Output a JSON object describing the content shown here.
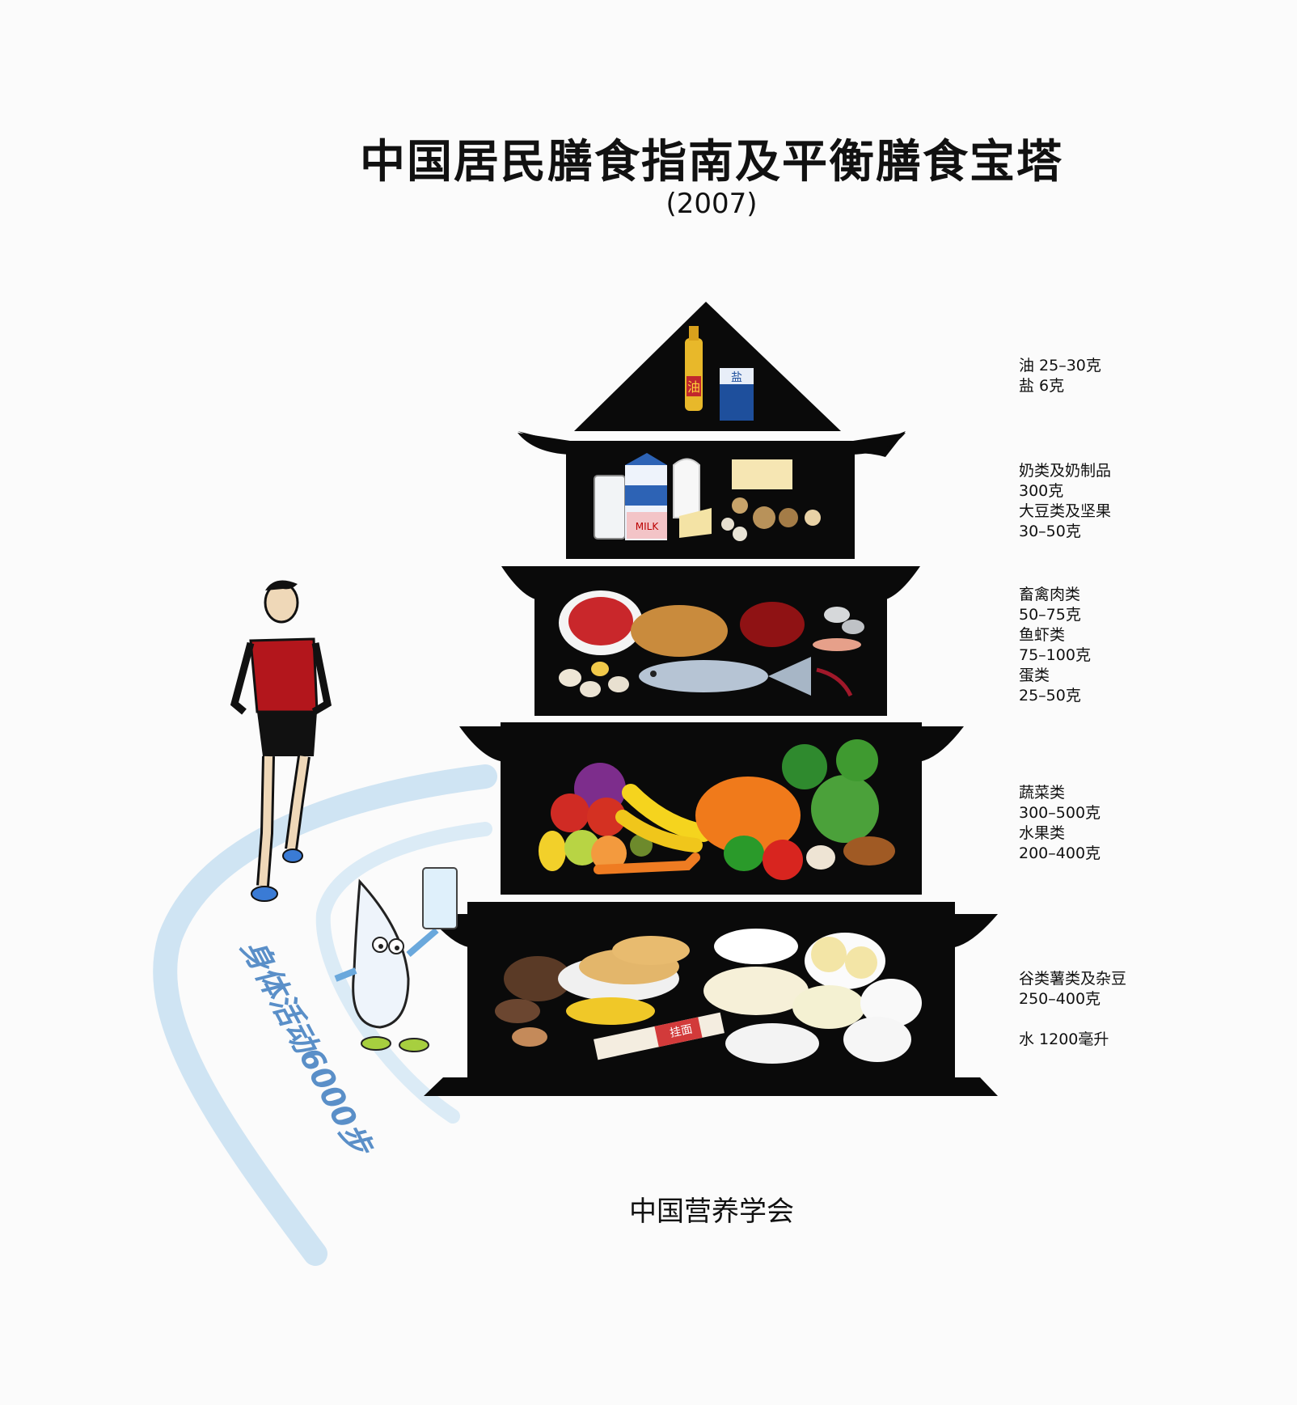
{
  "header": {
    "title": "中国居民膳食指南及平衡膳食宝塔",
    "year": "(2007)"
  },
  "pagoda": {
    "tiers": [
      {
        "lines": [
          "油 25–30克",
          "盐 6克"
        ]
      },
      {
        "lines": [
          "奶类及奶制品",
          "300克",
          "大豆类及坚果",
          "30–50克"
        ]
      },
      {
        "lines": [
          "畜禽肉类",
          "50–75克",
          "鱼虾类",
          "75–100克",
          "蛋类",
          "25–50克"
        ]
      },
      {
        "lines": [
          "蔬菜类",
          "300–500克",
          "水果类",
          "200–400克"
        ]
      },
      {
        "lines": [
          "谷类薯类及杂豆",
          "250–400克",
          "",
          "水  1200毫升"
        ]
      }
    ],
    "oil_bottle_label": "油",
    "salt_bag_label": "盐",
    "noodle_pack_label": "挂面",
    "milk_carton_label": "MILK"
  },
  "activity": {
    "text": "身体活动6000步"
  },
  "footer": {
    "org": "中国营养学会"
  },
  "colors": {
    "pagoda": "#0a0a0a",
    "path": "#c7dff1",
    "activity_text": "#5a8fc8",
    "runner_shirt": "#b3161c"
  }
}
